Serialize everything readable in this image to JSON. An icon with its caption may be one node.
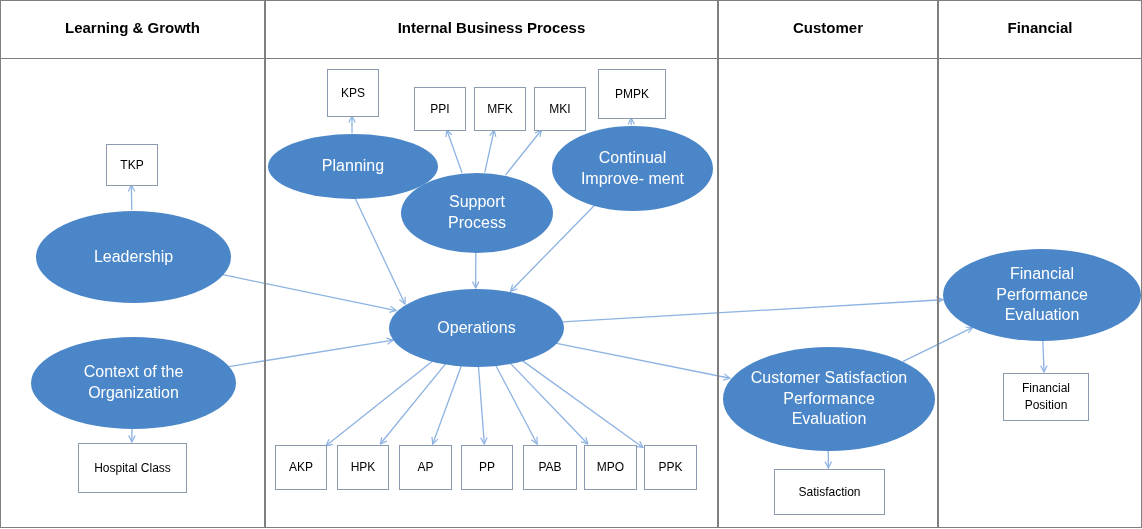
{
  "diagram": {
    "nodes": [
      {
        "text": [
          "Learning & Growth"
        ]
      },
      {
        "text": [
          "Internal Business Process"
        ]
      },
      {
        "text": [
          "Customer"
        ]
      },
      {
        "text": [
          "Financial"
        ]
      },
      {
        "text": [
          "TKP"
        ],
        "in": 0
      },
      {
        "text": [
          "Leadership"
        ],
        "in": 0
      },
      {
        "text": [
          "Context of the Organization"
        ],
        "in": 0
      },
      {
        "text": [
          "Hospital Class"
        ],
        "in": 0
      },
      {
        "text": [
          "KPS"
        ],
        "in": 1
      },
      {
        "text": [
          "Planning"
        ],
        "in": 1
      },
      {
        "text": [
          "PPI"
        ],
        "in": 1
      },
      {
        "text": [
          "MFK"
        ],
        "in": 1
      },
      {
        "text": [
          "MKI"
        ],
        "in": 1
      },
      {
        "text": [
          "PMPK"
        ],
        "in": 1
      },
      {
        "text": [
          "Support Process"
        ],
        "in": 1
      },
      {
        "text": [
          "Continual Improve- ment"
        ],
        "in": 1
      },
      {
        "text": [
          "Operations"
        ],
        "in": 1
      },
      {
        "text": [
          "AKP"
        ],
        "in": 1
      },
      {
        "text": [
          "HPK"
        ],
        "in": 1
      },
      {
        "text": [
          "AP"
        ],
        "in": 1
      },
      {
        "text": [
          "PP"
        ],
        "in": 1
      },
      {
        "text": [
          "PAB"
        ],
        "in": 1
      },
      {
        "text": [
          "MPO"
        ],
        "in": 1
      },
      {
        "text": [
          "PPK"
        ],
        "in": 1
      },
      {
        "text": [
          "Customer Satisfaction Performance Evaluation"
        ],
        "in": 2
      },
      {
        "text": [
          "Satisfaction"
        ],
        "in": 2
      },
      {
        "text": [
          "Financial Performance Evaluation"
        ],
        "in": 3
      },
      {
        "text": [
          "Financial Position"
        ],
        "in": 3
      }
    ],
    "edges": [
      {
        "from": 5,
        "to": 4,
        "arrow": "to"
      },
      {
        "from": 5,
        "to": 16,
        "arrow": "to"
      },
      {
        "from": 6,
        "to": 16,
        "arrow": "to"
      },
      {
        "from": 6,
        "to": 7,
        "arrow": "to"
      },
      {
        "from": 9,
        "to": 8,
        "arrow": "to"
      },
      {
        "from": 9,
        "to": 16,
        "arrow": "to"
      },
      {
        "from": 14,
        "to": 10,
        "arrow": "to"
      },
      {
        "from": 14,
        "to": 11,
        "arrow": "to"
      },
      {
        "from": 14,
        "to": 12,
        "arrow": "to"
      },
      {
        "from": 14,
        "to": 16,
        "arrow": "to"
      },
      {
        "from": 15,
        "to": 13,
        "arrow": "to"
      },
      {
        "from": 15,
        "to": 16,
        "arrow": "to"
      },
      {
        "from": 16,
        "to": 17,
        "arrow": "to"
      },
      {
        "from": 16,
        "to": 18,
        "arrow": "to"
      },
      {
        "from": 16,
        "to": 19,
        "arrow": "to"
      },
      {
        "from": 16,
        "to": 20,
        "arrow": "to"
      },
      {
        "from": 16,
        "to": 21,
        "arrow": "to"
      },
      {
        "from": 16,
        "to": 22,
        "arrow": "to"
      },
      {
        "from": 16,
        "to": 23,
        "arrow": "to"
      },
      {
        "from": 16,
        "to": 24,
        "arrow": "to"
      },
      {
        "from": 16,
        "to": 26,
        "arrow": "to"
      },
      {
        "from": 24,
        "to": 26,
        "arrow": "to"
      },
      {
        "from": 24,
        "to": 25,
        "arrow": "to"
      },
      {
        "from": 26,
        "to": 27,
        "arrow": "to"
      }
    ]
  }
}
